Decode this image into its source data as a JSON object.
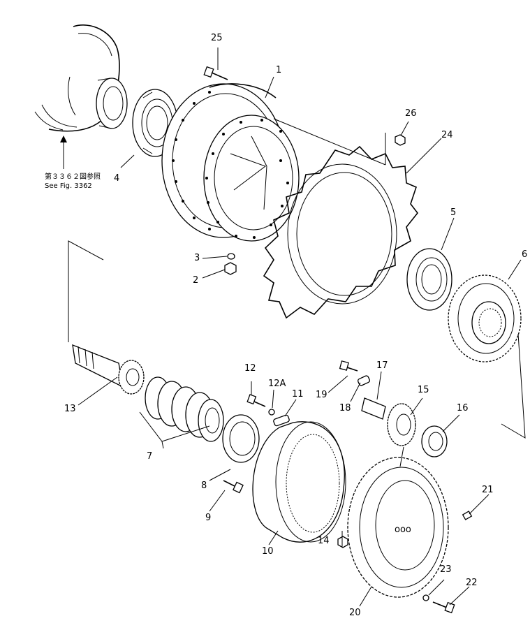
{
  "reference": {
    "japanese": "第３３６２図参照",
    "english": "See Fig. 3362"
  },
  "part_labels": [
    "1",
    "2",
    "3",
    "4",
    "5",
    "6",
    "7",
    "8",
    "9",
    "10",
    "11",
    "12",
    "12A",
    "13",
    "14",
    "15",
    "16",
    "17",
    "18",
    "19",
    "20",
    "21",
    "22",
    "23",
    "24",
    "25",
    "26"
  ],
  "hub_marking": "ooo"
}
